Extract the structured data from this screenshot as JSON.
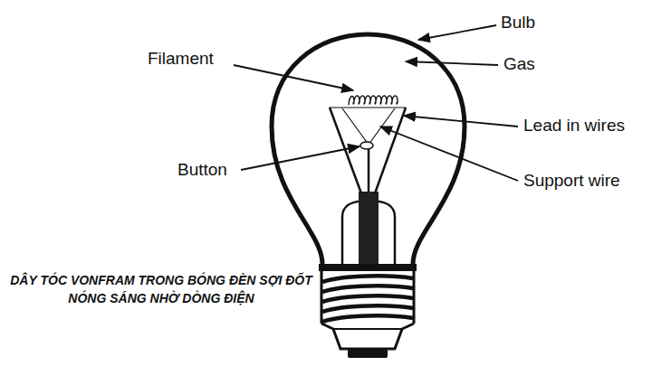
{
  "diagram": {
    "caption": "DÂY TÓC VONFRAM TRONG BÓNG ĐÈN SỢI ĐỐT NÓNG SÁNG NHỜ DÒNG ĐIỆN",
    "labels": [
      "Bulb",
      "Gas",
      "Filament",
      "Lead in wires",
      "Button",
      "Support wire"
    ]
  }
}
